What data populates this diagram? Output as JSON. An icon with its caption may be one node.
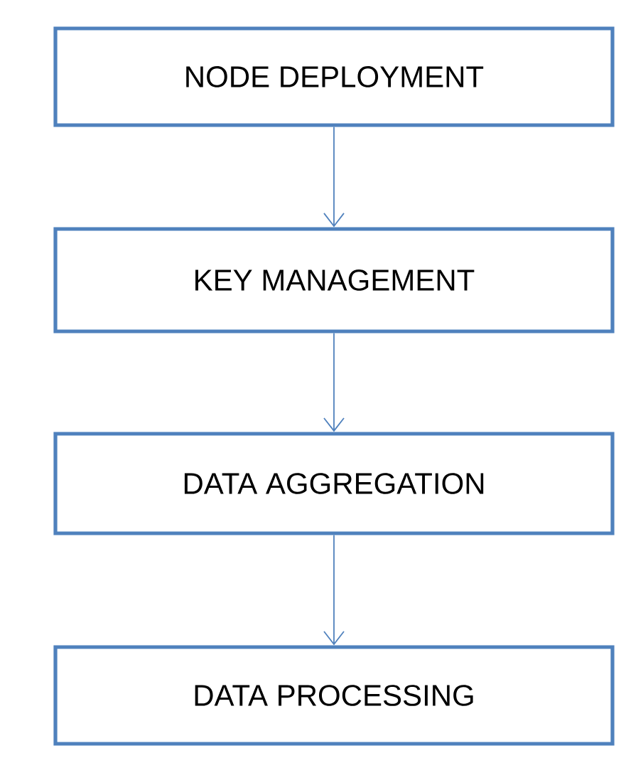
{
  "diagram": {
    "nodes": [
      {
        "text": [
          "NODE DEPLOYMENT"
        ]
      },
      {
        "text": [
          "KEY MANAGEMENT"
        ]
      },
      {
        "text": [
          "DATA AGGREGATION"
        ]
      },
      {
        "text": [
          "DATA PROCESSING"
        ]
      }
    ],
    "edges": [
      {
        "from": 0,
        "to": 1,
        "arrow": "to"
      },
      {
        "from": 1,
        "to": 2,
        "arrow": "to"
      },
      {
        "from": 2,
        "to": 3,
        "arrow": "to"
      }
    ]
  }
}
